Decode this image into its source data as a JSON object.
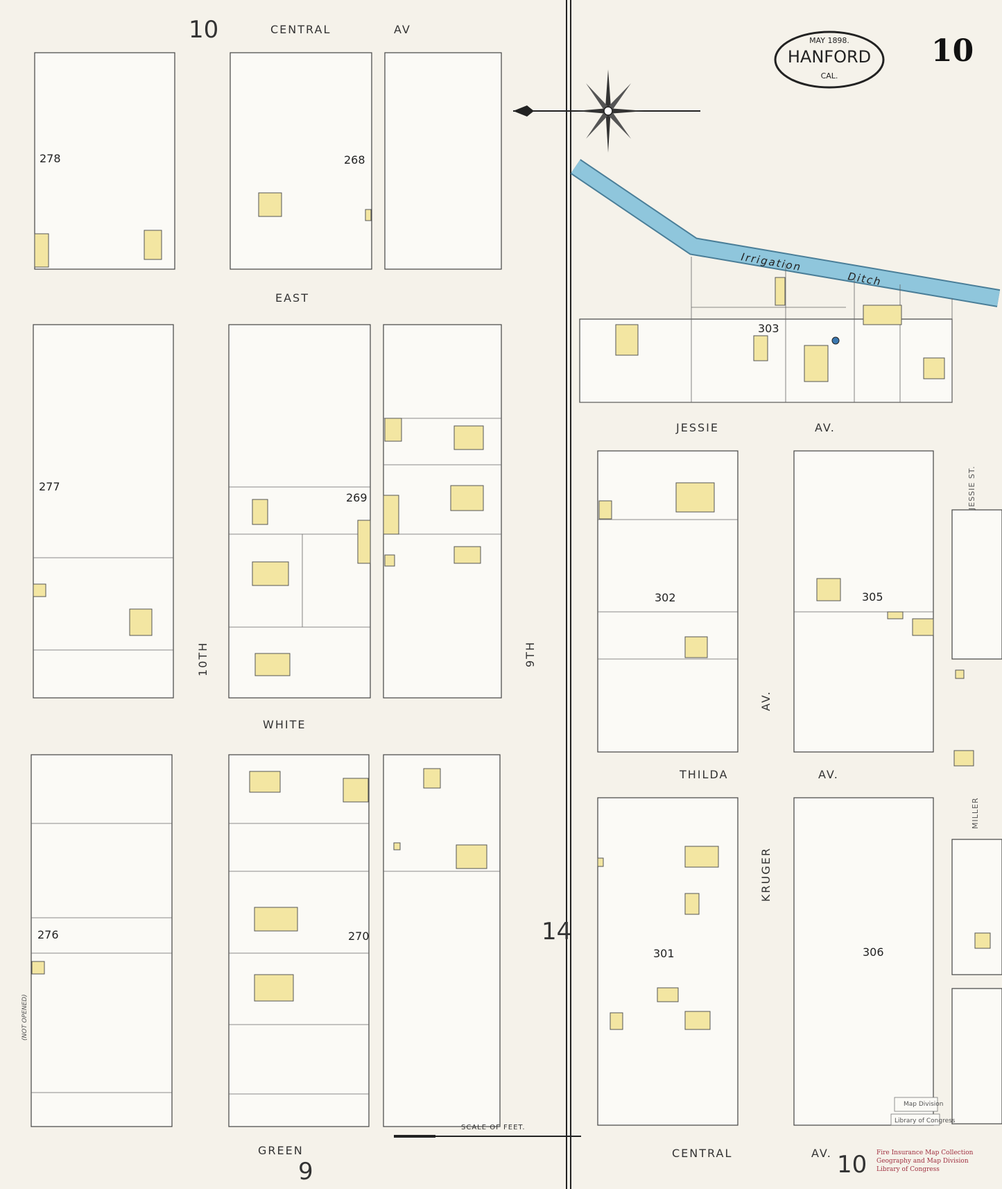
{
  "title": {
    "date": "MAY 1898.",
    "city": "HANFORD",
    "state": "CAL.",
    "sheet_number": "10"
  },
  "streets": {
    "central_top_1": "CENTRAL",
    "central_top_2": "AV",
    "east": "EAST",
    "white": "WHITE",
    "green": "GREEN",
    "jessie_1": "JESSIE",
    "jessie_2": "AV.",
    "thilda_1": "THILDA",
    "thilda_2": "AV.",
    "kruger": "KRUGER",
    "kruger_av": "AV.",
    "central_bottom_1": "CENTRAL",
    "central_bottom_2": "AV.",
    "tenth": "10TH",
    "ninth": "9TH",
    "jessie_st": "JESSIE ST.",
    "miller": "MILLER",
    "not_opened": "(NOT OPENED)"
  },
  "blocks": [
    "278",
    "268",
    "277",
    "269",
    "276",
    "270",
    "303",
    "302",
    "305",
    "301",
    "306"
  ],
  "adjacent_sheets": {
    "top_left": "10",
    "middle": "14",
    "bottom_left": "9",
    "bottom_right": "10"
  },
  "labels": {
    "irrigation_1": "Irrigation",
    "irrigation_2": "Ditch",
    "scale": "SCALE OF FEET.",
    "stamp_1": "Fire Insurance Map Collection",
    "stamp_2": "Geography and Map Division",
    "stamp_3": "Library of Congress",
    "map_division": "Map Division",
    "library_of_congress": "Library of Congress"
  },
  "colors": {
    "dwelling": "#f3e6a2",
    "irrigation_ditch": "#8fc6dc",
    "paper": "#f5f2ea"
  }
}
